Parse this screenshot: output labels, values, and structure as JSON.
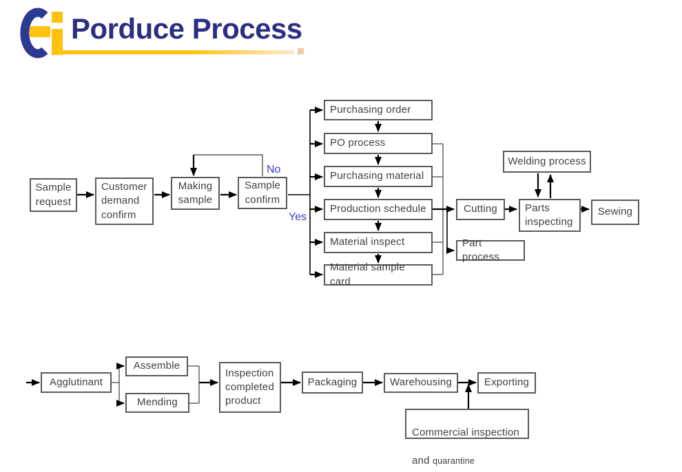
{
  "header": {
    "title": "Porduce Process"
  },
  "colors": {
    "title": "#2a2f82",
    "logo_blue": "#2b3991",
    "logo_yellow": "#ffc20e",
    "decision_label": "#3a3acb",
    "box_border": "#595959",
    "flow_line": "#000000"
  },
  "decision_labels": {
    "no": "No",
    "yes": "Yes"
  },
  "nodes": [
    {
      "id": "sample-request",
      "label": "Sample\nrequest"
    },
    {
      "id": "customer-demand-confirm",
      "label": "Customer\ndemand\nconfirm"
    },
    {
      "id": "making-sample",
      "label": "Making\nsample"
    },
    {
      "id": "sample-confirm",
      "label": "Sample\nconfirm"
    },
    {
      "id": "purchasing-order",
      "label": "Purchasing order"
    },
    {
      "id": "po-process",
      "label": "PO process"
    },
    {
      "id": "purchasing-material",
      "label": "Purchasing material"
    },
    {
      "id": "production-schedule",
      "label": "Production schedule"
    },
    {
      "id": "material-inspect",
      "label": "Material inspect"
    },
    {
      "id": "material-sample-card",
      "label": "Material sample card"
    },
    {
      "id": "cutting",
      "label": "Cutting"
    },
    {
      "id": "welding-process",
      "label": "Welding process"
    },
    {
      "id": "parts-inspecting",
      "label": "Parts\ninspecting"
    },
    {
      "id": "sewing",
      "label": "Sewing"
    },
    {
      "id": "part-process",
      "label": "Part process"
    },
    {
      "id": "agglutinant",
      "label": "Agglutinant"
    },
    {
      "id": "assemble",
      "label": "Assemble"
    },
    {
      "id": "mending",
      "label": "Mending"
    },
    {
      "id": "inspection-completed-product",
      "label": "Inspection\ncompleted\nproduct"
    },
    {
      "id": "packaging",
      "label": "Packaging"
    },
    {
      "id": "warehousing",
      "label": "Warehousing"
    },
    {
      "id": "exporting",
      "label": "Exporting"
    }
  ],
  "commercial_box": {
    "line1": "Commercial inspection",
    "line2a": "and ",
    "line2b": "quarantine"
  }
}
